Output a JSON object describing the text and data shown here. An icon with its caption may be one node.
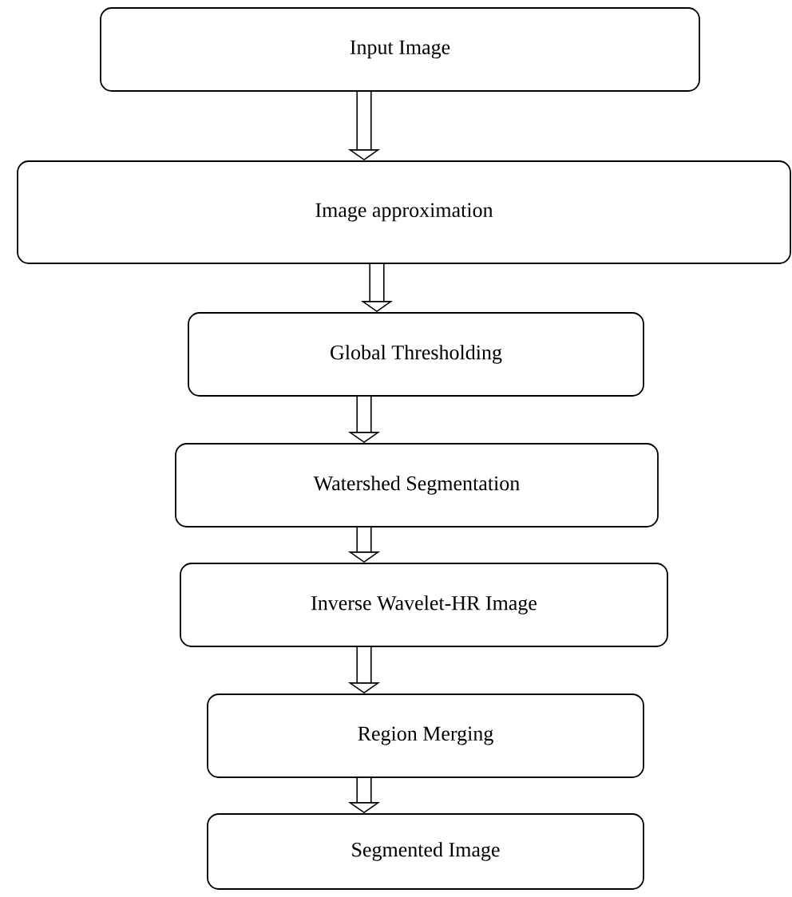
{
  "diagram": {
    "nodes": [
      {
        "text": [
          "Input Image"
        ]
      },
      {
        "text": [
          "Image approximation"
        ]
      },
      {
        "text": [
          "Global Thresholding"
        ]
      },
      {
        "text": [
          "Watershed Segmentation"
        ]
      },
      {
        "text": [
          "Inverse Wavelet-HR Image"
        ]
      },
      {
        "text": [
          "Region Merging"
        ]
      },
      {
        "text": [
          "Segmented Image"
        ]
      }
    ],
    "edges": [
      {
        "from": 0,
        "to": 1,
        "arrow": "to"
      },
      {
        "from": 1,
        "to": 2,
        "arrow": "to"
      },
      {
        "from": 2,
        "to": 3,
        "arrow": "to"
      },
      {
        "from": 3,
        "to": 4,
        "arrow": "to"
      },
      {
        "from": 4,
        "to": 5,
        "arrow": "to"
      },
      {
        "from": 5,
        "to": 6,
        "arrow": "to"
      }
    ]
  }
}
